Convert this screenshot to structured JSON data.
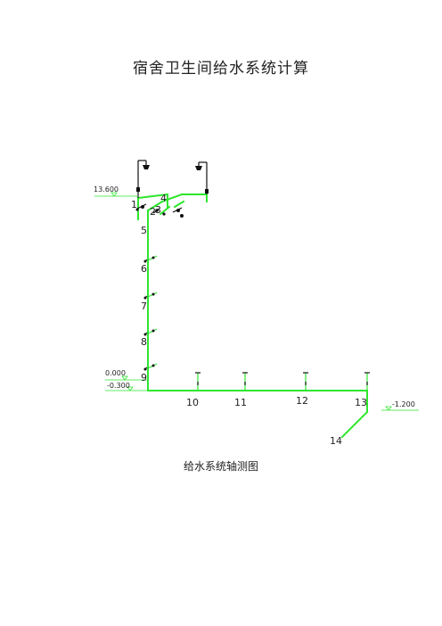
{
  "title": "宿舍卫生间给水系统计算",
  "caption": "给水系统轴测图",
  "colors": {
    "pipe": "#2ee62e",
    "fixture": "#111111"
  },
  "elevations": [
    "13.600",
    "0.000",
    "-0.300",
    "-1.200"
  ],
  "nodes": [
    "1",
    "2",
    "3",
    "4",
    "5",
    "6",
    "7",
    "8",
    "9",
    "10",
    "11",
    "12",
    "13",
    "14"
  ]
}
